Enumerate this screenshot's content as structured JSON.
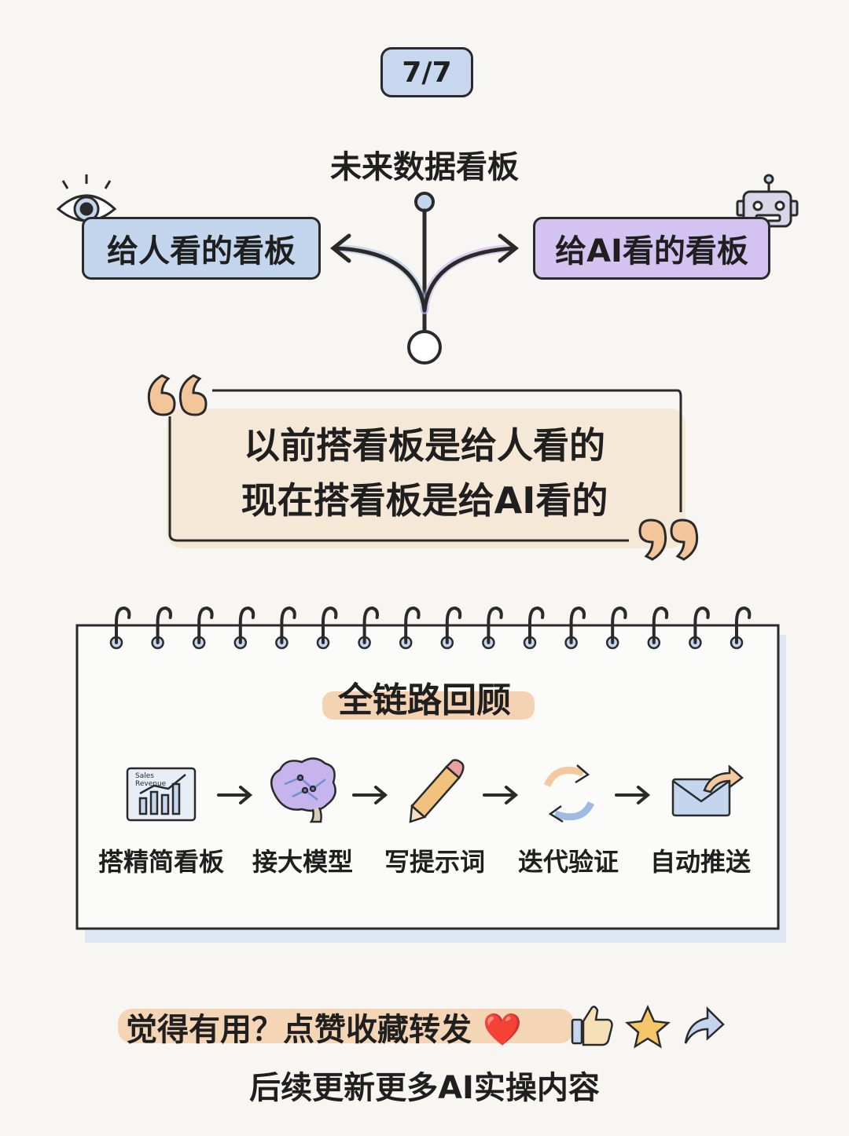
{
  "page_indicator": "7/7",
  "diagram": {
    "title": "未来数据看板",
    "left_branch": "给人看的看板",
    "right_branch": "给AI看的看板",
    "left_icon": "eye-icon",
    "right_icon": "robot-icon"
  },
  "quote": {
    "line1": "以前搭看板是给人看的",
    "line2": "现在搭看板是给AI看的"
  },
  "notepad": {
    "title": "全链路回顾",
    "steps": [
      {
        "label": "搭精简看板",
        "icon": "dashboard-chart-icon",
        "icon_text_1": "Sales",
        "icon_text_2": "Revenue"
      },
      {
        "label": "接大模型",
        "icon": "brain-icon"
      },
      {
        "label": "写提示词",
        "icon": "pencil-icon"
      },
      {
        "label": "迭代验证",
        "icon": "refresh-cycle-icon"
      },
      {
        "label": "自动推送",
        "icon": "send-mail-icon"
      }
    ]
  },
  "cta": {
    "main": "觉得有用？点赞收藏转发",
    "heart": "❤️",
    "sub": "后续更新更多AI实操内容",
    "icons": [
      "heart-icon",
      "thumbs-up-icon",
      "star-icon",
      "share-arrow-icon"
    ]
  },
  "colors": {
    "background": "#f7f6f3",
    "blue": "#c4d5ee",
    "purple": "#d4c2f0",
    "orange": "#f3c9a0",
    "ink": "#2a2a2a"
  }
}
